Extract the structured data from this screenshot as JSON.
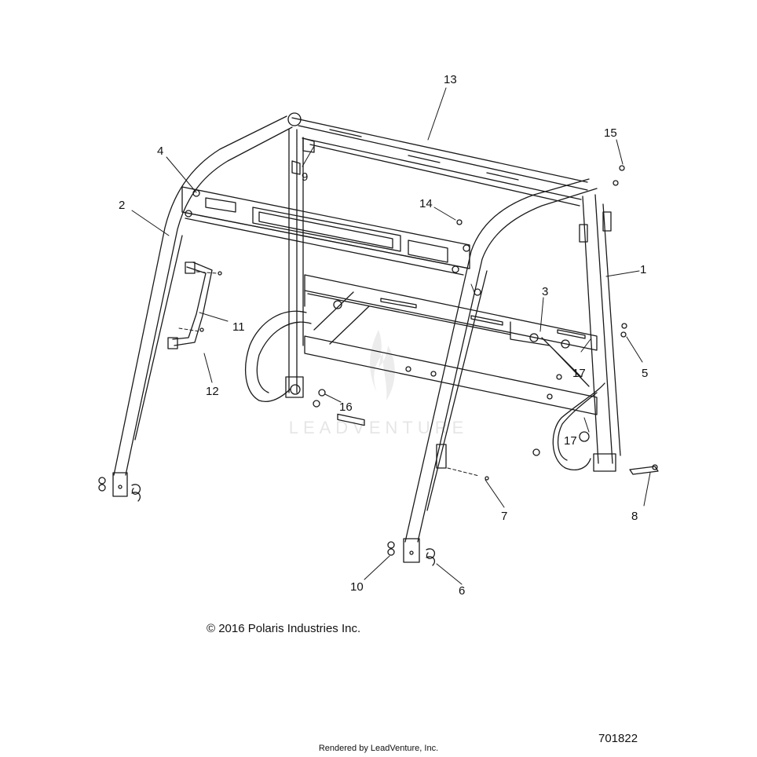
{
  "part_labels": {
    "p1": "1",
    "p2": "2",
    "p3": "3",
    "p4": "4",
    "p5": "5",
    "p6": "6",
    "p7": "7",
    "p8": "8",
    "p9": "9",
    "p10": "10",
    "p11": "11",
    "p12": "12",
    "p13": "13",
    "p14": "14",
    "p15": "15",
    "p16": "16",
    "p17a": "17",
    "p17b": "17"
  },
  "watermark": "LEADVENTURE",
  "copyright": "© 2016 Polaris Industries Inc.",
  "rendered_by": "Rendered by LeadVenture, Inc.",
  "diagram_number": "701822"
}
